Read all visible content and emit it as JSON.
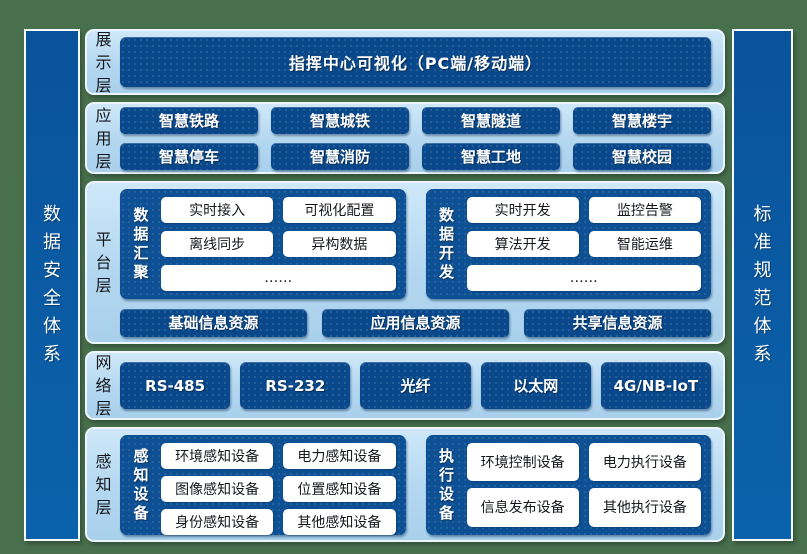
{
  "colors": {
    "background_green": "#48704d",
    "panel_light_blue": "#b3d7f0",
    "box_dark_blue": "#09488a",
    "group_blue": "#0d5093",
    "sidebar_blue": "#0b62ac",
    "white": "#ffffff",
    "label_dark": "#14171c"
  },
  "sidebar_left": {
    "label": "数据安全体系"
  },
  "sidebar_right": {
    "label": "标准规范体系"
  },
  "layers": [
    {
      "label": "展示层",
      "box": "指挥中心可视化（PC端/移动端）"
    },
    {
      "label": "应用层",
      "rows": [
        [
          "智慧铁路",
          "智慧城铁",
          "智慧隧道",
          "智慧楼宇"
        ],
        [
          "智慧停车",
          "智慧消防",
          "智慧工地",
          "智慧校园"
        ]
      ]
    },
    {
      "label": "平台层",
      "groups": [
        {
          "label": "数据汇聚",
          "items": [
            "实时接入",
            "可视化配置",
            "离线同步",
            "异构数据"
          ],
          "more": "……"
        },
        {
          "label": "数据开发",
          "items": [
            "实时开发",
            "监控告警",
            "算法开发",
            "智能运维"
          ],
          "more": "……"
        }
      ],
      "resources": [
        "基础信息资源",
        "应用信息资源",
        "共享信息资源"
      ]
    },
    {
      "label": "网络层",
      "items": [
        "RS-485",
        "RS-232",
        "光纤",
        "以太网",
        "4G/NB-IoT"
      ]
    },
    {
      "label": "感知层",
      "groups": [
        {
          "label": "感知设备",
          "items": [
            "环境感知设备",
            "电力感知设备",
            "图像感知设备",
            "位置感知设备",
            "身份感知设备",
            "其他感知设备"
          ]
        },
        {
          "label": "执行设备",
          "items": [
            "环境控制设备",
            "电力执行设备",
            "信息发布设备",
            "其他执行设备"
          ]
        }
      ]
    }
  ]
}
